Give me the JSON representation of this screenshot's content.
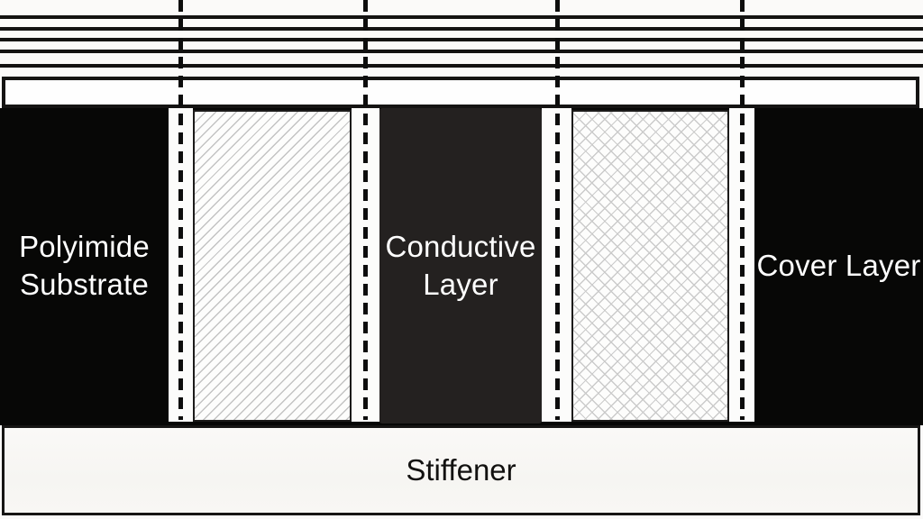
{
  "diagram": {
    "type": "flex-circuit cross-section layer stack",
    "regions": [
      {
        "label": "Polyimide Substrate",
        "fill": "solid-black"
      },
      {
        "label": "",
        "fill": "diagonal-hatch"
      },
      {
        "label": "Conductive Layer",
        "fill": "solid-charcoal"
      },
      {
        "label": "",
        "fill": "cross-hatch"
      },
      {
        "label": "Cover Layer",
        "fill": "solid-black"
      }
    ],
    "bottom_band": {
      "label": "Stiffener",
      "fill": "solid-white"
    },
    "separators": {
      "style": "dashed-vertical-line",
      "count": 4
    },
    "top_hatch": {
      "style": "horizontal-lines",
      "count": 5
    },
    "colors": {
      "background": "#fbfaf9",
      "block_black": "#070706",
      "block_charcoal": "#242120",
      "line_black": "#141312",
      "hatch_gray": "#c4c4c4",
      "label_text_light": "#ffffff",
      "label_text_dark": "#121110"
    }
  }
}
